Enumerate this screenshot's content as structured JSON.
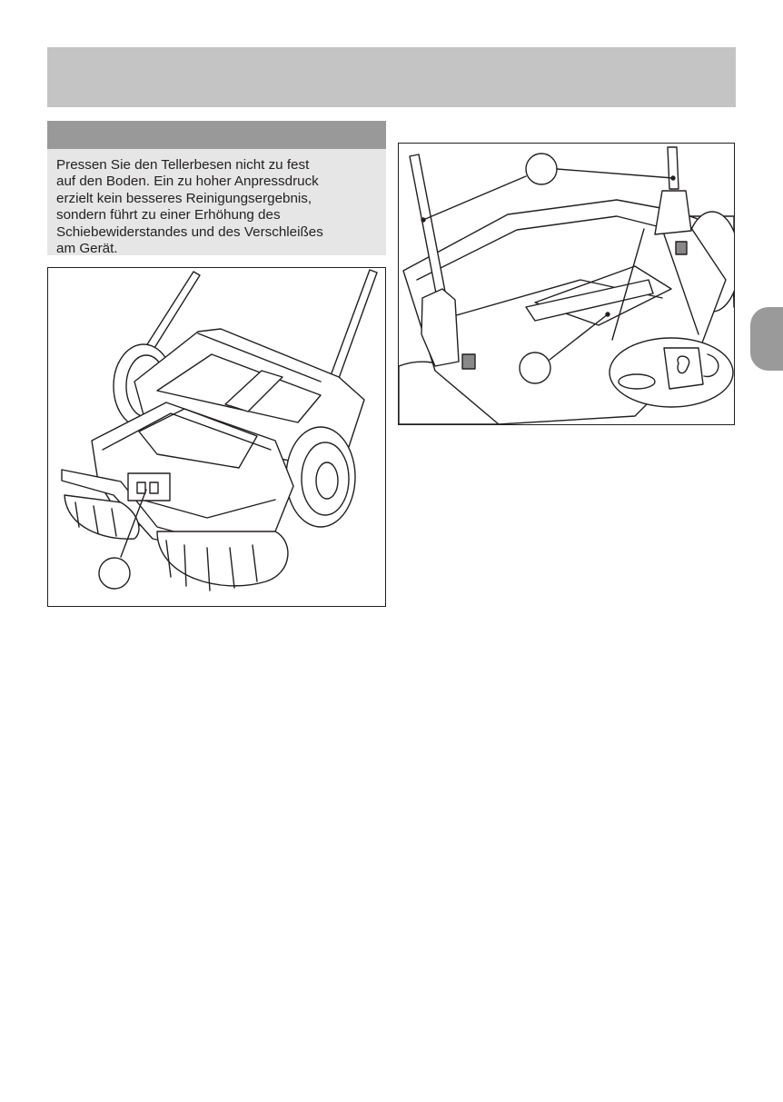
{
  "note": {
    "lines": [
      "Pressen Sie den Tellerbesen nicht zu fest",
      "auf den Boden. Ein zu hoher Anpressdruck",
      "erzielt kein besseres Reinigungsergebnis,",
      "sondern führt zu einer Erhöhung des",
      "Schiebewiderstandes und des Verschleißes",
      "am Gerät."
    ]
  },
  "colors": {
    "header_band": "#c4c4c4",
    "note_header": "#999999",
    "note_body": "#e6e6e6",
    "side_tab": "#9a9a9a",
    "line_art": "#231f20"
  },
  "figures": [
    {
      "id": "sweeper-front-view",
      "callouts": 1
    },
    {
      "id": "handle-detail-view",
      "callouts": 2
    }
  ]
}
